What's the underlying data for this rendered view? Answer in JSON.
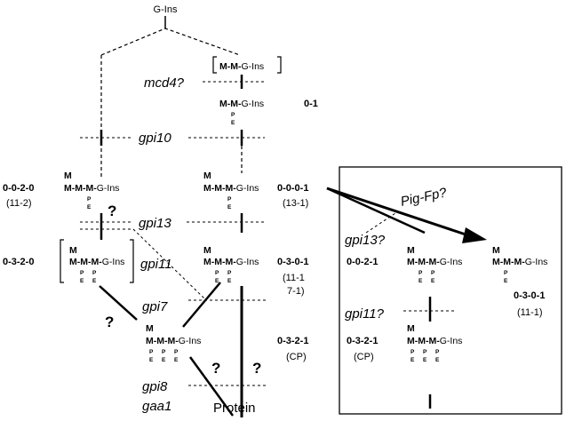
{
  "top_label": "G-Ins",
  "genes": {
    "mcd4": "mcd4?",
    "gpi10": "gpi10",
    "gpi13": "gpi13",
    "gpi11": "gpi11",
    "gpi7": "gpi7",
    "gpi8": "gpi8",
    "gaa1": "gaa1",
    "gpi13_box": "gpi13?",
    "gpi11_box": "gpi11?",
    "pigfp": "Pig-Fp?"
  },
  "protein_label": "Protein",
  "question_mark": "?",
  "codes": {
    "c01": "0-1",
    "c0020": "0-0-2-0",
    "c0020_sub": "(11-2)",
    "c0001": "0-0-0-1",
    "c0001_sub1": "(13-1)",
    "c0320": "0-3-2-0",
    "c0301": "0-3-0-1",
    "c0301_sub1": "(11-1",
    "c0301_sub2": "7-1)",
    "c0321": "0-3-2-1",
    "c0321_sub": "(CP)",
    "box_0021": "0-0-2-1",
    "box_0321": "0-3-2-1",
    "box_0321_sub": "(CP)",
    "box_0301": "0-3-0-1",
    "box_0301_sub": "(11-1)"
  },
  "structure_text": {
    "M": "M",
    "MM": "M-M-",
    "MMM": "M-M-M-",
    "GIns": "G-Ins",
    "P": "P",
    "E": "E"
  }
}
